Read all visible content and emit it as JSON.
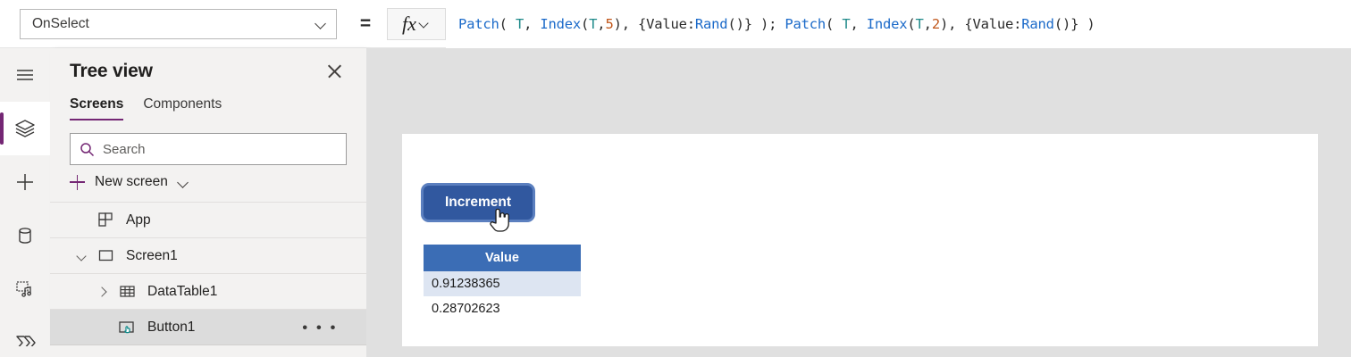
{
  "topbar": {
    "property_selector": {
      "value": "OnSelect",
      "icon": "chevron-down-icon"
    },
    "equals": "=",
    "fx_label": "fx",
    "formula_tokens": [
      {
        "t": "Patch",
        "c": "fn"
      },
      {
        "t": "( ",
        "c": "punct"
      },
      {
        "t": "T",
        "c": "ident"
      },
      {
        "t": ", ",
        "c": "punct"
      },
      {
        "t": "Index",
        "c": "fn"
      },
      {
        "t": "(",
        "c": "punct"
      },
      {
        "t": "T",
        "c": "ident"
      },
      {
        "t": ",",
        "c": "punct"
      },
      {
        "t": "5",
        "c": "num"
      },
      {
        "t": "), {Value:",
        "c": "punct"
      },
      {
        "t": "Rand",
        "c": "fn"
      },
      {
        "t": "()} ); ",
        "c": "punct"
      },
      {
        "t": "Patch",
        "c": "fn"
      },
      {
        "t": "( ",
        "c": "punct"
      },
      {
        "t": "T",
        "c": "ident"
      },
      {
        "t": ", ",
        "c": "punct"
      },
      {
        "t": "Index",
        "c": "fn"
      },
      {
        "t": "(",
        "c": "punct"
      },
      {
        "t": "T",
        "c": "ident"
      },
      {
        "t": ",",
        "c": "punct"
      },
      {
        "t": "2",
        "c": "num"
      },
      {
        "t": "), {Value:",
        "c": "punct"
      },
      {
        "t": "Rand",
        "c": "fn"
      },
      {
        "t": "()} )",
        "c": "punct"
      }
    ],
    "formula_text": "Patch( T, Index(T,5), {Value:Rand()} ); Patch( T, Index(T,2), {Value:Rand()} )"
  },
  "rail": {
    "items": [
      {
        "name": "hamburger-menu-icon",
        "active": false
      },
      {
        "name": "tree-view-layers-icon",
        "active": true
      },
      {
        "name": "insert-plus-icon",
        "active": false
      },
      {
        "name": "data-sources-icon",
        "active": false
      },
      {
        "name": "media-icon",
        "active": false
      },
      {
        "name": "power-automate-icon",
        "active": false
      }
    ],
    "accent": "#742774"
  },
  "tree_panel": {
    "title": "Tree view",
    "close_icon": "close-icon",
    "tabs": [
      {
        "label": "Screens",
        "active": true
      },
      {
        "label": "Components",
        "active": false
      }
    ],
    "search": {
      "placeholder": "Search",
      "value": "",
      "icon": "search-icon"
    },
    "new_screen": {
      "label": "New screen",
      "plus_icon": "plus-icon",
      "chevron": "chevron-down-icon"
    },
    "nodes": [
      {
        "label": "App",
        "icon": "app-grid-icon",
        "indent": 0,
        "twisty": "none",
        "selected": false,
        "overflow": false
      },
      {
        "label": "Screen1",
        "icon": "screen-icon",
        "indent": 0,
        "twisty": "down",
        "selected": false,
        "overflow": false
      },
      {
        "label": "DataTable1",
        "icon": "table-icon",
        "indent": 1,
        "twisty": "right",
        "selected": false,
        "overflow": false
      },
      {
        "label": "Button1",
        "icon": "button-icon",
        "indent": 1,
        "twisty": "none",
        "selected": true,
        "overflow": true,
        "overflow_label": "• • •"
      }
    ]
  },
  "canvas": {
    "button": {
      "label": "Increment",
      "fill": "#31589f",
      "selection_color": "#5b7fbf"
    },
    "cursor": "hand-pointer-cursor",
    "data_table": {
      "columns": [
        "Value"
      ],
      "header_fill": "#3b6db5",
      "selected_row_fill": "#dde5f2",
      "rows": [
        {
          "Value": "0.91238365",
          "selected": true
        },
        {
          "Value": "0.28702623",
          "selected": false
        }
      ]
    }
  }
}
